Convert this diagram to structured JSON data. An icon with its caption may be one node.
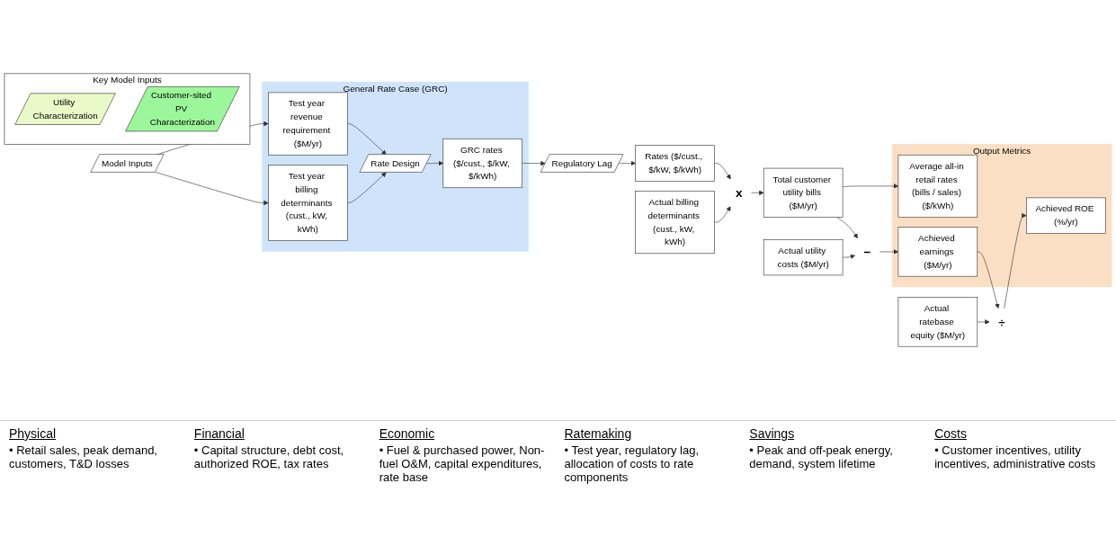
{
  "diagram": {
    "nodes": [
      {
        "text": [
          "Key Model Inputs"
        ]
      },
      {
        "text": [
          "Utility Characterization"
        ],
        "in": 0
      },
      {
        "text": [
          "Customer-sited PV Characterization"
        ],
        "in": 0
      },
      {
        "text": [
          "General Rate Case (GRC)"
        ]
      },
      {
        "text": [
          "Model Inputs"
        ]
      },
      {
        "text": [
          "Test year revenue requirement ($M/yr)"
        ],
        "in": 3
      },
      {
        "text": [
          "Test year billing determinants (cust., kW, kWh)"
        ],
        "in": 3
      },
      {
        "text": [
          "Rate Design"
        ],
        "in": 3
      },
      {
        "text": [
          "GRC rates ($/cust., $/kW, $/kWh)"
        ],
        "in": 3
      },
      {
        "text": [
          "Regulatory Lag"
        ]
      },
      {
        "text": [
          "Output Metrics"
        ]
      },
      {
        "text": [
          "Rates ($/cust., $/kW, $/kWh)"
        ]
      },
      {
        "text": [
          "Actual billing determinants (cust., kW, kWh)"
        ]
      },
      {
        "text": [
          "x"
        ]
      },
      {
        "text": [
          "Total customer utility bills ($M/yr)"
        ]
      },
      {
        "text": [
          "Average all-in retail rates (bills / sales) ($/kWh)"
        ],
        "in": 10
      },
      {
        "text": [
          "Actual utility costs ($M/yr)"
        ]
      },
      {
        "text": [
          "−"
        ]
      },
      {
        "text": [
          "Achieved earnings ($M/yr)"
        ],
        "in": 10
      },
      {
        "text": [
          "Actual ratebase equity ($M/yr)"
        ]
      },
      {
        "text": [
          "÷"
        ]
      },
      {
        "text": [
          "Achieved ROE (%/yr)"
        ],
        "in": 10
      }
    ],
    "edges": [
      {
        "from": 4,
        "to": 5,
        "arrow": "to"
      },
      {
        "from": 4,
        "to": 6,
        "arrow": "to"
      },
      {
        "from": 5,
        "to": 7,
        "arrow": "to"
      },
      {
        "from": 6,
        "to": 7,
        "arrow": "to"
      },
      {
        "from": 7,
        "to": 8,
        "arrow": "to"
      },
      {
        "from": 8,
        "to": 9,
        "arrow": "to"
      },
      {
        "from": 9,
        "to": 11,
        "arrow": "to"
      },
      {
        "from": 11,
        "to": 13,
        "arrow": "to"
      },
      {
        "from": 12,
        "to": 13,
        "arrow": "to"
      },
      {
        "from": 13,
        "to": 14,
        "arrow": "to"
      },
      {
        "from": 14,
        "to": 15,
        "arrow": "to"
      },
      {
        "from": 14,
        "to": 17,
        "arrow": "to"
      },
      {
        "from": 16,
        "to": 17,
        "arrow": "to"
      },
      {
        "from": 17,
        "to": 18,
        "arrow": "to"
      },
      {
        "from": 18,
        "to": 20,
        "arrow": "to"
      },
      {
        "from": 19,
        "to": 20,
        "arrow": "to"
      },
      {
        "from": 20,
        "to": 21,
        "arrow": "to"
      }
    ],
    "labels": [
      "Physical",
      "• Retail sales, peak demand, customers, T&D losses",
      "Financial",
      "• Capital structure, debt cost, authorized ROE, tax rates",
      "Economic",
      "• Fuel & purchased power, Non-fuel O&M, capital expenditures, rate base",
      "Ratemaking",
      "• Test year, regulatory lag, allocation of costs to rate components",
      "Savings",
      "• Peak and off-peak energy, demand, system lifetime",
      "Costs",
      "• Customer incentives, utility incentives, administrative costs"
    ]
  }
}
